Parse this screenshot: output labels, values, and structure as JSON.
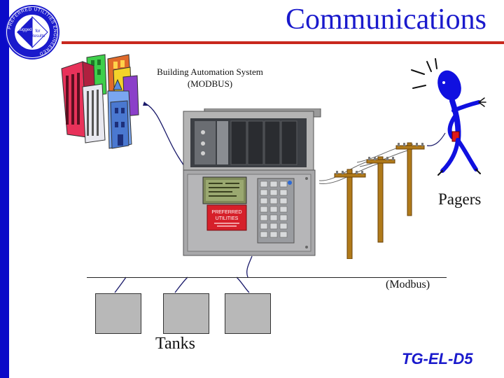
{
  "title": "Communications",
  "building_automation": {
    "line1": "Building Automation System",
    "line2": "(MODBUS)"
  },
  "pagers_label": "Pagers",
  "modbus_label": "(Modbus)",
  "tanks_label": "Tanks",
  "slide_code": "TG-EL-D5",
  "panel_label": {
    "line1": "PREFERRED",
    "line2": "UTILITIES"
  },
  "logo": {
    "ring_text": "PREFERRED UTILITIES ENGINEERED",
    "inner_top": "Rugged",
    "inner_middle": "for",
    "inner_bottom": "Results"
  },
  "colors": {
    "title_blue": "#1a1acc",
    "accent_red": "#c8281e",
    "left_bar": "#0a0ac8",
    "tank_gray": "#b8b8b8",
    "figure_blue": "#1010e0"
  },
  "icons": [
    "buildings-icon",
    "control-panel-icon",
    "telephone-pole-icon",
    "person-phone-icon",
    "tank-icon"
  ]
}
